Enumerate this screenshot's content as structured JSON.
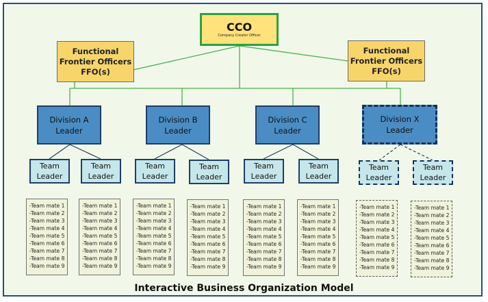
{
  "cco": {
    "title": "CCO",
    "subtitle": "Company Creator Officer"
  },
  "ffo": [
    {
      "lines": [
        "Functional",
        "Frontier Officers",
        "FFO(s)"
      ]
    },
    {
      "lines": [
        "Functional",
        "Frontier Officers",
        "FFO(s)"
      ]
    }
  ],
  "divisions": [
    {
      "line1": "Division A",
      "line2": "Leader",
      "dashed": false
    },
    {
      "line1": "Division B",
      "line2": "Leader",
      "dashed": false
    },
    {
      "line1": "Division C",
      "line2": "Leader",
      "dashed": false
    },
    {
      "line1": "Division X",
      "line2": "Leader",
      "dashed": true
    }
  ],
  "team_leader": {
    "line1": "Team",
    "line2": "Leader"
  },
  "team_mates": [
    "-Team mate 1",
    "-Team mate 2",
    "-Team mate 3",
    "-Team mate 4",
    "-Team mate 5",
    "-Team mate 6",
    "-Team mate 7",
    "-Team mate 8",
    "-Team mate 9"
  ],
  "caption": "Interactive Business Organization Model",
  "colors": {
    "frame_border": "#1d4e8f",
    "background": "#f1f8e9",
    "cco_fill": "#ffe27a",
    "cco_border": "#2ea043",
    "ffo_fill": "#f7d56b",
    "division_fill": "#4a8dc5",
    "team_leader_fill": "#c5e6ea",
    "team_mate_fill": "#f0f3da",
    "connector_green": "#4caf50",
    "connector_navy": "#1f3d66"
  }
}
